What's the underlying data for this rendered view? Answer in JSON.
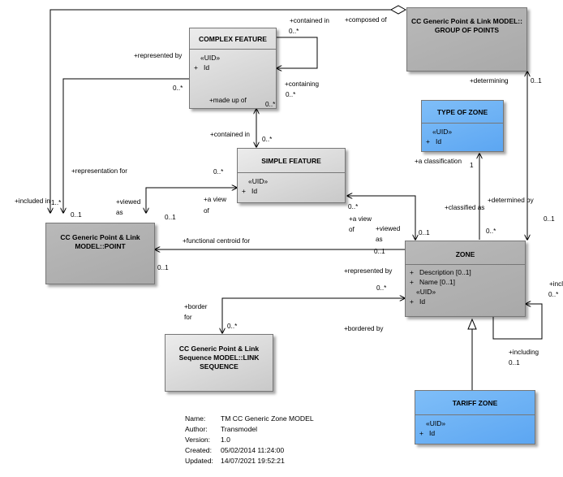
{
  "colors": {
    "class_grey": "#d8d8d8",
    "class_dark": "#b0b0b0",
    "class_blue": "#6aaff5",
    "line": "#000000"
  },
  "classes": {
    "complex_feature": {
      "name": "COMPLEX FEATURE",
      "stereotype": "«UID»",
      "attrs": [
        {
          "vis": "+",
          "name": "Id"
        }
      ]
    },
    "group_of_points": {
      "name_lines": [
        "CC Generic Point & Link MODEL::",
        "GROUP OF POINTS"
      ]
    },
    "type_of_zone": {
      "name": "TYPE OF ZONE",
      "stereotype": "«UID»",
      "attrs": [
        {
          "vis": "+",
          "name": "Id"
        }
      ]
    },
    "simple_feature": {
      "name": "SIMPLE FEATURE",
      "stereotype": "«UID»",
      "attrs": [
        {
          "vis": "+",
          "name": "Id"
        }
      ]
    },
    "point": {
      "name_lines": [
        "CC Generic Point & Link",
        "MODEL::POINT"
      ]
    },
    "zone": {
      "name": "ZONE",
      "attrs": [
        {
          "vis": "+",
          "name": "Description [0..1]"
        },
        {
          "vis": "+",
          "name": "Name [0..1]"
        }
      ],
      "stereotype": "«UID»",
      "id_attr": {
        "vis": "+",
        "name": "Id"
      }
    },
    "link_sequence": {
      "name_lines": [
        "CC Generic Point & Link",
        "Sequence MODEL::LINK",
        "SEQUENCE"
      ]
    },
    "tariff_zone": {
      "name": "TARIFF ZONE",
      "stereotype": "«UID»",
      "attrs": [
        {
          "vis": "+",
          "name": "Id"
        }
      ]
    }
  },
  "labels": {
    "contained_in_top": "+contained in",
    "mult_0n_a": "0..*",
    "composed_of": "+composed of",
    "represented_by_cf": "+represented by",
    "mult_0n_b": "0..*",
    "containing": "+containing",
    "mult_0n_c": "0..*",
    "mult_0n_d": "0..*",
    "made_up_of": "+made up of",
    "mult_0n_e": "0..*",
    "determining": "+determining",
    "mult_01_a": "0..1",
    "contained_in_sf": "+contained in",
    "mult_0n_f": "0..*",
    "classification": "+a classification",
    "classification_mult": "1",
    "representation_for": "+representation for",
    "mult_0n_g": "0..*",
    "a_view_of_left_1": "+a view",
    "a_view_of_left_2": "of",
    "included_in": "+included in",
    "mult_1n": "1..*",
    "mult_01_b": "0..1",
    "viewed_as_left_1": "+viewed",
    "viewed_as_left_2": "as",
    "mult_01_c": "0..1",
    "mult_0n_h": "0..*",
    "a_view_of_right_1": "+a view",
    "a_view_of_right_2": "of",
    "viewed_as_right_1": "+viewed",
    "viewed_as_right_2": "as",
    "classified_as": "+classified as",
    "determined_by": "+determined by",
    "mult_01_d": "0..1",
    "mult_01_e": "0..1",
    "mult_0n_i": "0..*",
    "mult_01_f": "0..1",
    "functional_centroid_for": "+functional centroid for",
    "mult_01_g": "0..1",
    "mult_01_h": "0..1",
    "represented_by_zone": "+represented by",
    "mult_0n_j": "0..*",
    "included_right": "+incl",
    "mult_0n_k": "0..*",
    "border_for_1": "+border",
    "border_for_2": "for",
    "mult_0n_l": "0..*",
    "bordered_by": "+bordered by",
    "including": "+including",
    "mult_01_i": "0..1"
  },
  "meta": [
    {
      "k": "Name:",
      "v": "TM CC Generic Zone MODEL"
    },
    {
      "k": "Author:",
      "v": "Transmodel"
    },
    {
      "k": "Version:",
      "v": "1.0"
    },
    {
      "k": "Created:",
      "v": "05/02/2014 11:24:00"
    },
    {
      "k": "Updated:",
      "v": "14/07/2021 19:52:21"
    }
  ]
}
